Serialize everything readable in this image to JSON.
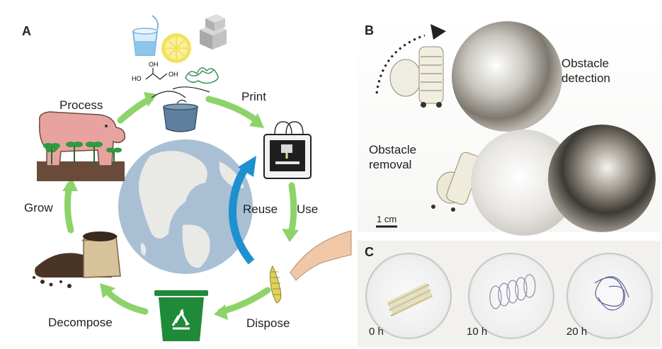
{
  "panel_a": {
    "letter": "A",
    "cycle_labels": {
      "process": "Process",
      "print": "Print",
      "grow": "Grow",
      "use": "Use",
      "reuse": "Reuse",
      "decompose": "Decompose",
      "dispose": "Dispose"
    },
    "molecule": {
      "ho_left": "HO",
      "oh_top": "OH",
      "oh_right": "OH"
    },
    "colors": {
      "arrow": "#8dd36a",
      "reuse_arrow": "#1e90d0",
      "bin": "#1f8a3a",
      "ocean": "#a9bfd4",
      "land": "#e9e9e6"
    }
  },
  "panel_b": {
    "letter": "B",
    "obstacle_detection": [
      "Obstacle",
      "detection"
    ],
    "obstacle_removal": [
      "Obstacle",
      "removal"
    ],
    "scale_bar": "1 cm"
  },
  "panel_c": {
    "letter": "C",
    "times": [
      "0 h",
      "10 h",
      "20 h"
    ]
  }
}
